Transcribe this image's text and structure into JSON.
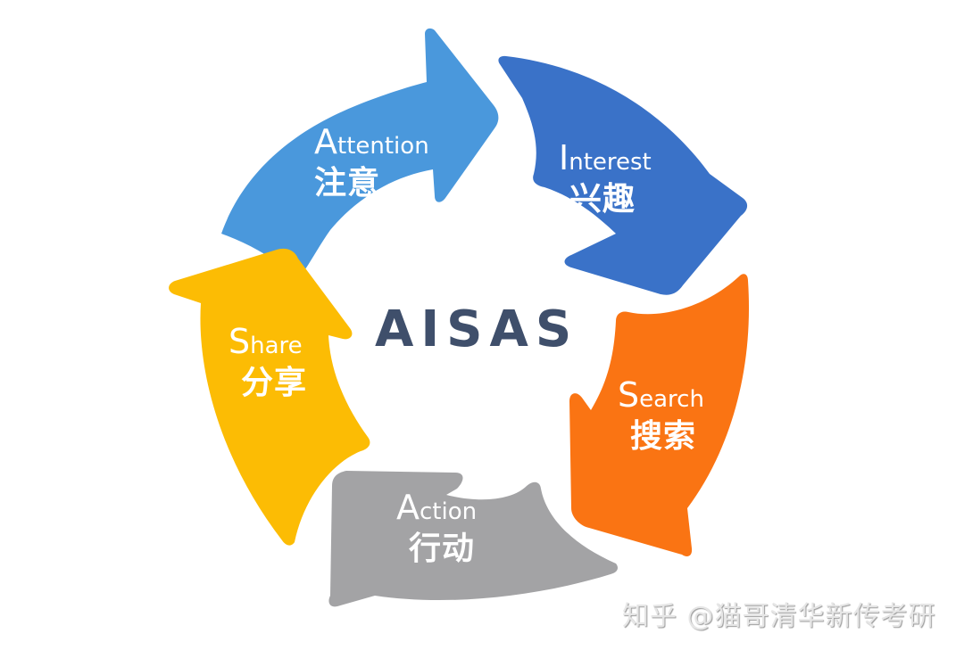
{
  "diagram": {
    "type": "cycle",
    "center_title": "AISAS",
    "stages": [
      {
        "id": "attention",
        "initial": "A",
        "rest": "ttention",
        "en": "Attention",
        "cn": "注意",
        "color": "#4a98dc"
      },
      {
        "id": "interest",
        "initial": "I",
        "rest": "nterest",
        "en": "Interest",
        "cn": "兴趣",
        "color": "#3a72c8"
      },
      {
        "id": "search",
        "initial": "S",
        "rest": "earch",
        "en": "Search",
        "cn": "搜索",
        "color": "#fa7413"
      },
      {
        "id": "action",
        "initial": "A",
        "rest": "ction",
        "en": "Action",
        "cn": "行动",
        "color": "#a3a3a5"
      },
      {
        "id": "share",
        "initial": "S",
        "rest": "hare",
        "en": "Share",
        "cn": "分享",
        "color": "#fcbc04"
      }
    ],
    "flow": [
      "Attention",
      "Interest",
      "Search",
      "Action",
      "Share",
      "Attention"
    ],
    "title_color": "#3f4f6b"
  },
  "watermark": "知乎 @猫哥清华新传考研"
}
